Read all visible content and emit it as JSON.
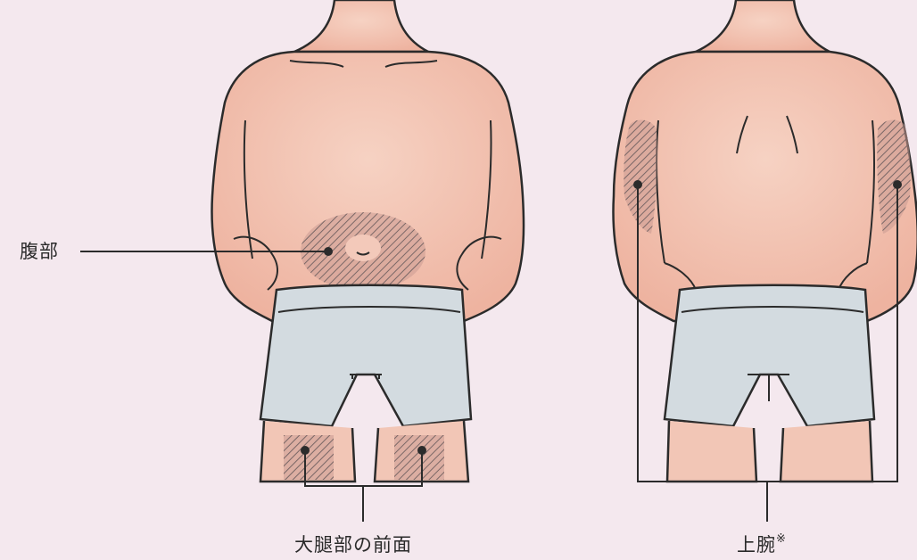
{
  "labels": {
    "abdomen": "腹部",
    "thigh_front": "大腿部の前面",
    "upper_arm": "上腕",
    "upper_arm_note": "※"
  },
  "colors": {
    "background": "#f4e8ee",
    "skin": "#f4c8b8",
    "skin_shadow": "#e9a995",
    "outline": "#2b2b2b",
    "shorts": "#d3dbe0",
    "shorts_shadow": "#bcc7ce",
    "hatch": "#8a7a7a"
  }
}
